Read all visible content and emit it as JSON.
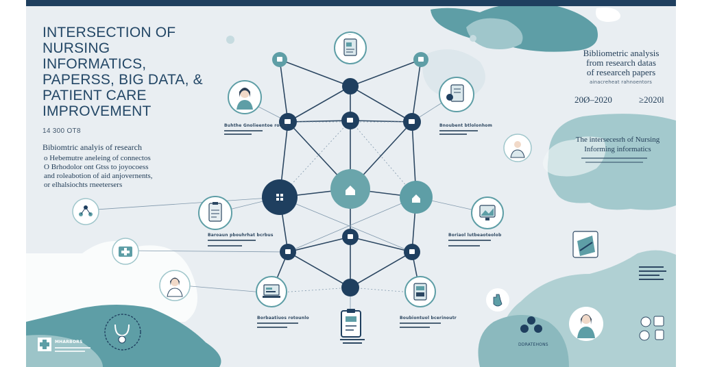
{
  "title": "INTERSECTION OF NURSING INFORMATICS, PAPERSS, BIG DATA, & PATIENT CARE IMPROVEMENT",
  "left": {
    "date_range": "14 300 OT8",
    "subtitle": "Bibiomtric analyis of research",
    "lines": [
      "o Hebemutre aneleing of connectos",
      "O Brhodolor ont Gtss to joyocoess",
      "and roleabotion of aid anjovernents,",
      "or elhalsiochts rneetersers"
    ],
    "footer_brand": "MHARBORS"
  },
  "right": {
    "heading_lines": [
      "Bibliometric analysis",
      "from research datas",
      "of researceh papers"
    ],
    "sub": "ainacreheat rahnoentors",
    "years_left": "20Ø–2020",
    "years_right": "≥2020l",
    "bubble_lines": [
      "The intersecesrh of Nursing",
      "Informing informatics"
    ],
    "bottom_caption": "DDRATEHONS"
  },
  "node_labels": {
    "upper_left": "Buhthe Gnolieentoe roces",
    "upper_right": "Bnoubent btlolonhom",
    "mid_left": "Baroaun pbouhrhat bcrbus",
    "mid_right": "Boriaol lutbeaoteolob",
    "bottom_left": "Borbaatiuos rotounlo",
    "bottom_right": "Boubiontuol bcerinoutr"
  },
  "colors": {
    "navy": "#1f3f5f",
    "teal": "#5e9ea6",
    "light_teal": "#a9ccd0",
    "background": "#e9eef2"
  }
}
